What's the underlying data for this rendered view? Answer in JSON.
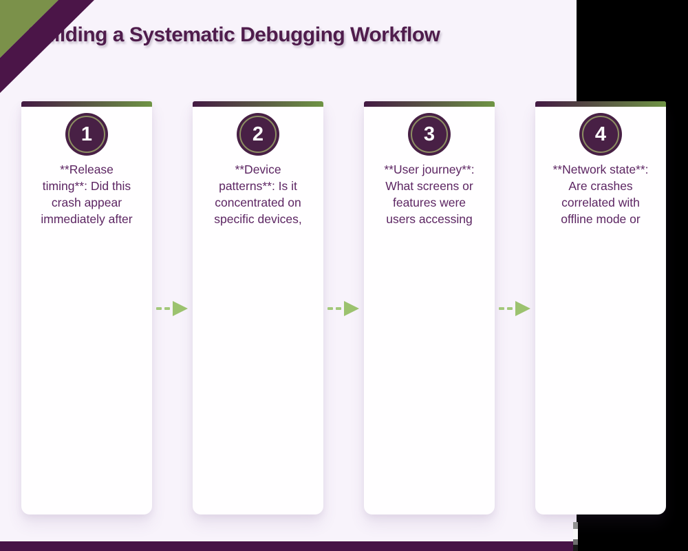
{
  "title": "Building a Systematic Debugging Workflow",
  "steps": [
    {
      "number": "1",
      "text": "**Release timing**: Did this crash appear immediately after",
      "lines": [
        "**Release",
        "timing**: Did this",
        "crash appear",
        "immediately after"
      ]
    },
    {
      "number": "2",
      "text": "**Device patterns**: Is it concentrated on specific devices,",
      "lines": [
        "**Device",
        "patterns**: Is it",
        "concentrated on",
        "specific devices,"
      ]
    },
    {
      "number": "3",
      "text": "**User journey**: What screens or features were users accessing",
      "lines": [
        "**User journey**:",
        "What screens or",
        "features were",
        "users accessing"
      ]
    },
    {
      "number": "4",
      "text": "**Network state**: Are crashes correlated with offline mode or",
      "lines": [
        "**Network state**:",
        "Are crashes",
        "correlated with",
        "offline mode or"
      ]
    }
  ],
  "colors": {
    "page_background": "#f8f3fb",
    "canvas_background": "#000000",
    "card_background": "#fffeff",
    "title_text": "#4f1c4c",
    "body_text": "#5c2562",
    "ribbon_green": "#7b914a",
    "ribbon_purple": "#4b1548",
    "topbar_gradient_start": "#431943",
    "topbar_gradient_end": "#6f9444",
    "circle_fill": "#482045",
    "circle_ring": "#8d8f63",
    "arrow_green": "#a3c87a",
    "footer_bar": "#471346"
  }
}
